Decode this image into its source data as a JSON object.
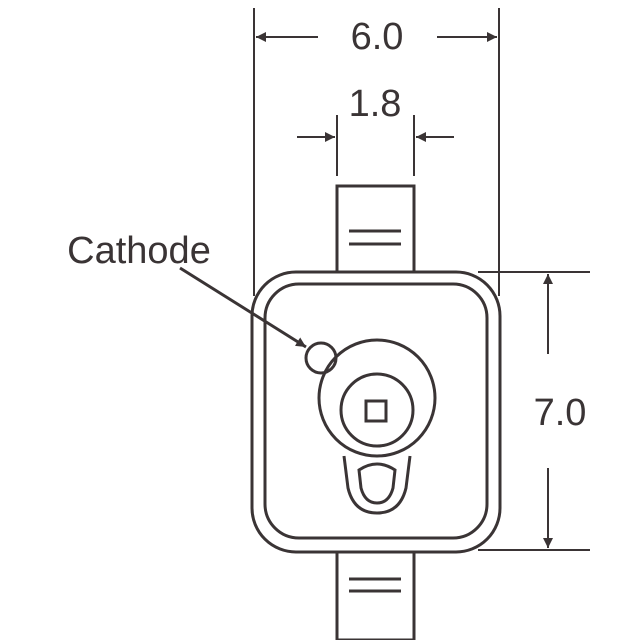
{
  "colors": {
    "stroke": "#3a3435",
    "background": "#ffffff"
  },
  "dimensions": {
    "overall_width": "6.0",
    "lead_width": "1.8",
    "body_height": "7.0"
  },
  "labels": {
    "cathode": "Cathode"
  }
}
